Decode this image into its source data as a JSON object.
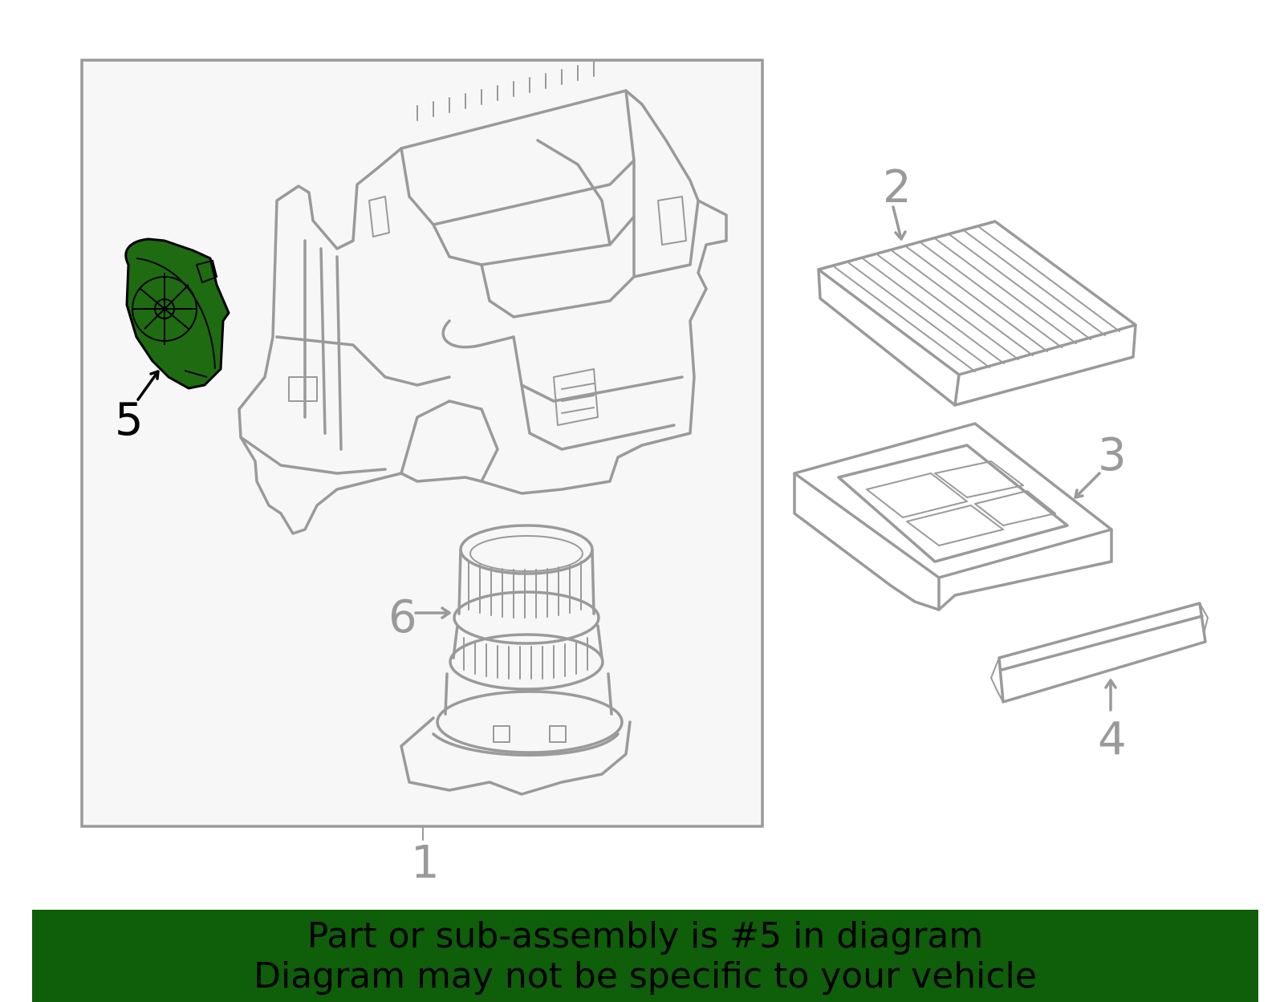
{
  "callouts": {
    "c1": "1",
    "c2": "2",
    "c3": "3",
    "c4": "4",
    "c5": "5",
    "c6": "6"
  },
  "highlighted_part": "5",
  "colors": {
    "line": "#9a9a9a",
    "highlight_fill": "#1f6b12",
    "banner_bg": "#0f5e0a",
    "box_bg": "#f7f7f7"
  },
  "banner": {
    "line1": "Part or sub-assembly is #5 in diagram",
    "line2": "Diagram may not be specific to your vehicle"
  }
}
